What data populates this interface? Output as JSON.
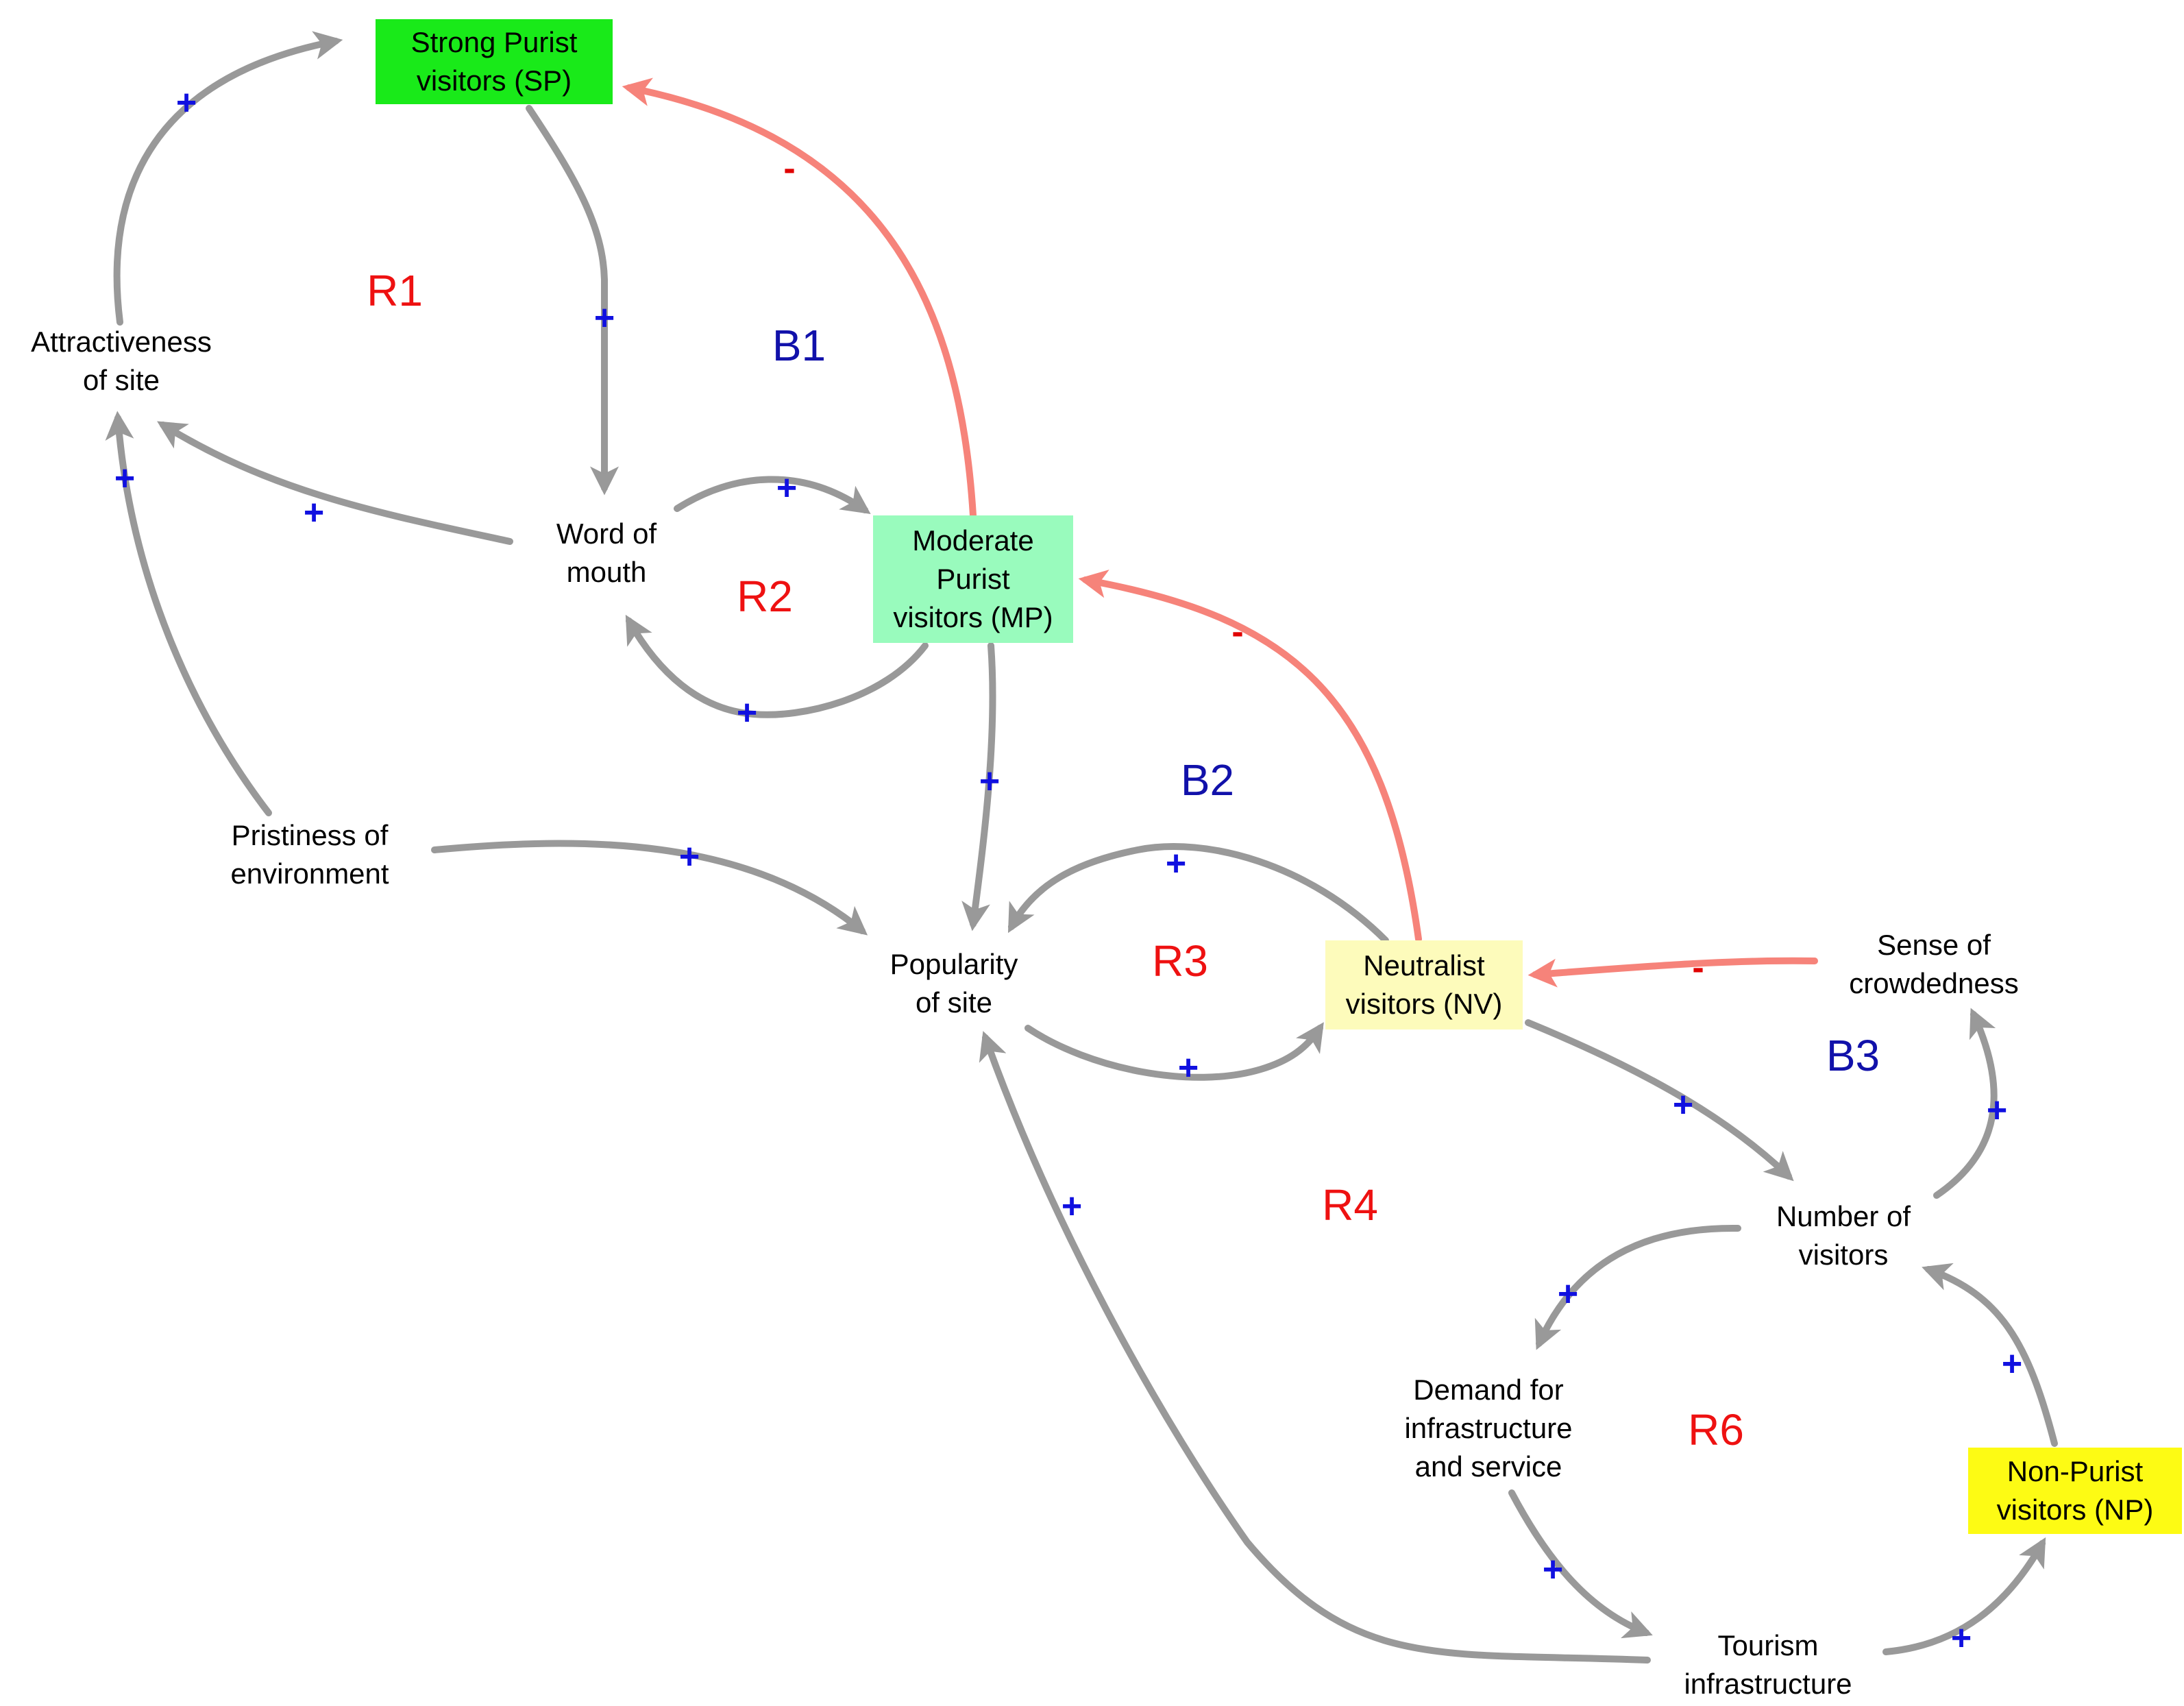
{
  "colors": {
    "link_positive": "#999999",
    "link_negative": "#f6837a",
    "sign_positive": "#1010e0",
    "sign_negative": "#e00000",
    "loop_reinforcing": "#ee1111",
    "loop_balancing": "#1111aa"
  },
  "nodes": {
    "sp": {
      "text": "Strong Purist\nvisitors (SP)",
      "fill": "#19ea19"
    },
    "mp": {
      "text": "Moderate\nPurist\nvisitors (MP)",
      "fill": "#99fbbd"
    },
    "nv": {
      "text": "Neutralist\nvisitors (NV)",
      "fill": "#fdfbbb"
    },
    "np": {
      "text": "Non-Purist\nvisitors (NP)",
      "fill": "#fdfb14"
    },
    "attractiveness": {
      "text": "Attractiveness\nof site"
    },
    "word_of_mouth": {
      "text": "Word of\nmouth"
    },
    "pristiness": {
      "text": "Pristiness of\nenvironment"
    },
    "popularity": {
      "text": "Popularity\nof site"
    },
    "crowdedness": {
      "text": "Sense of\ncrowdedness"
    },
    "number_visitors": {
      "text": "Number of\nvisitors"
    },
    "demand": {
      "text": "Demand for\ninfrastructure\nand service"
    },
    "infrastructure": {
      "text": "Tourism\ninfrastructure"
    }
  },
  "loops": [
    {
      "id": "R1",
      "label": "R1",
      "kind": "reinforcing"
    },
    {
      "id": "B1",
      "label": "B1",
      "kind": "balancing"
    },
    {
      "id": "R2",
      "label": "R2",
      "kind": "reinforcing"
    },
    {
      "id": "B2",
      "label": "B2",
      "kind": "balancing"
    },
    {
      "id": "R3",
      "label": "R3",
      "kind": "reinforcing"
    },
    {
      "id": "B3",
      "label": "B3",
      "kind": "balancing"
    },
    {
      "id": "R4",
      "label": "R4",
      "kind": "reinforcing"
    },
    {
      "id": "R6",
      "label": "R6",
      "kind": "reinforcing"
    }
  ],
  "links": [
    {
      "id": "attr_to_sp",
      "from": "Attractiveness of site",
      "to": "Strong Purist visitors (SP)",
      "sign": "+",
      "polarity": "positive"
    },
    {
      "id": "sp_to_wom",
      "from": "Strong Purist visitors (SP)",
      "to": "Word of mouth",
      "sign": "+",
      "polarity": "positive"
    },
    {
      "id": "wom_to_attr",
      "from": "Word of mouth",
      "to": "Attractiveness of site",
      "sign": "+",
      "polarity": "positive"
    },
    {
      "id": "prist_to_attr",
      "from": "Pristiness of environment",
      "to": "Attractiveness of site",
      "sign": "+",
      "polarity": "positive"
    },
    {
      "id": "wom_to_mp",
      "from": "Word of mouth",
      "to": "Moderate Purist visitors (MP)",
      "sign": "+",
      "polarity": "positive"
    },
    {
      "id": "mp_to_wom",
      "from": "Moderate Purist visitors (MP)",
      "to": "Word of mouth",
      "sign": "+",
      "polarity": "positive"
    },
    {
      "id": "mp_to_sp",
      "from": "Moderate Purist visitors (MP)",
      "to": "Strong Purist visitors (SP)",
      "sign": "-",
      "polarity": "negative"
    },
    {
      "id": "mp_to_pop",
      "from": "Moderate Purist visitors (MP)",
      "to": "Popularity of site",
      "sign": "+",
      "polarity": "positive"
    },
    {
      "id": "prist_to_pop",
      "from": "Pristiness of environment",
      "to": "Popularity of site",
      "sign": "+",
      "polarity": "positive"
    },
    {
      "id": "nv_to_pop",
      "from": "Neutralist visitors (NV)",
      "to": "Popularity of site",
      "sign": "+",
      "polarity": "positive"
    },
    {
      "id": "pop_to_nv",
      "from": "Popularity of site",
      "to": "Neutralist visitors (NV)",
      "sign": "+",
      "polarity": "positive"
    },
    {
      "id": "nv_to_mp",
      "from": "Neutralist visitors (NV)",
      "to": "Moderate Purist visitors (MP)",
      "sign": "-",
      "polarity": "negative"
    },
    {
      "id": "crowd_to_nv",
      "from": "Sense of crowdedness",
      "to": "Neutralist visitors (NV)",
      "sign": "-",
      "polarity": "negative"
    },
    {
      "id": "nv_to_num",
      "from": "Neutralist visitors (NV)",
      "to": "Number of visitors",
      "sign": "+",
      "polarity": "positive"
    },
    {
      "id": "num_to_crowd",
      "from": "Number of visitors",
      "to": "Sense of crowdedness",
      "sign": "+",
      "polarity": "positive"
    },
    {
      "id": "num_to_demand",
      "from": "Number of visitors",
      "to": "Demand for infrastructure and service",
      "sign": "+",
      "polarity": "positive"
    },
    {
      "id": "demand_to_infra",
      "from": "Demand for infrastructure and service",
      "to": "Tourism infrastructure",
      "sign": "+",
      "polarity": "positive"
    },
    {
      "id": "infra_to_pop",
      "from": "Tourism infrastructure",
      "to": "Popularity of site",
      "sign": "+",
      "polarity": "positive"
    },
    {
      "id": "infra_to_np",
      "from": "Tourism infrastructure",
      "to": "Non-Purist visitors (NP)",
      "sign": "+",
      "polarity": "positive"
    },
    {
      "id": "np_to_num",
      "from": "Non-Purist visitors (NP)",
      "to": "Number of visitors",
      "sign": "+",
      "polarity": "positive"
    }
  ]
}
